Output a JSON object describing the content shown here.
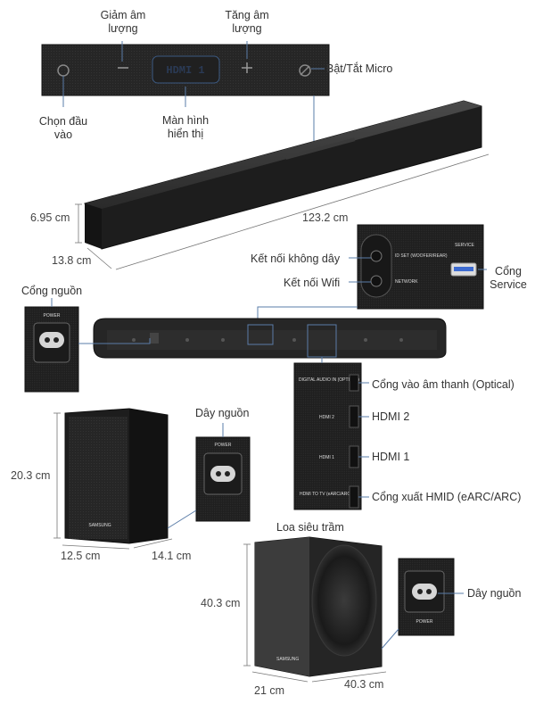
{
  "top_panel": {
    "vol_down_label": "Giảm âm lượng",
    "vol_up_label": "Tăng âm lượng",
    "mic_label": "Bật/Tắt Micro",
    "input_label": "Chọn đầu vào",
    "display_label": "Màn hình hiển thị",
    "display_text": "HDMI 1"
  },
  "soundbar": {
    "height": "6.95 cm",
    "width": "123.2 cm",
    "depth": "13.8 cm"
  },
  "wireless_panel": {
    "wireless_label": "Kết nối không dây",
    "wifi_label": "Kết nối Wifi",
    "service_label": "Cổng Service",
    "id_set_text": "ID SET (WOOFER/REAR)",
    "network_text": "NETWORK",
    "service_text": "SERVICE"
  },
  "power_panel": {
    "label": "Cổng nguồn",
    "text": "POWER"
  },
  "ports_panel": {
    "optical_label": "Cổng vào âm thanh (Optical)",
    "hdmi2_label": "HDMI 2",
    "hdmi1_label": "HDMI 1",
    "hdmi_out_label": "Cổng xuất HMID (eARC/ARC)",
    "optical_text": "DIGITAL AUDIO IN (OPTICAL)",
    "hdmi2_text": "HDMI 2",
    "hdmi1_text": "HDMI 1",
    "hdmi_out_text": "HDMI TO TV (eARC/ARC)"
  },
  "rear_speaker": {
    "height": "20.3 cm",
    "width": "12.5 cm",
    "depth": "14.1 cm",
    "power_cable_label": "Dây nguồn",
    "power_text": "POWER",
    "brand_text": "SAMSUNG"
  },
  "subwoofer": {
    "title": "Loa siêu trầm",
    "height": "40.3 cm",
    "width": "21 cm",
    "depth": "40.3 cm",
    "power_cable_label": "Dây nguồn",
    "power_text": "POWER",
    "brand_text": "SAMSUNG"
  },
  "colors": {
    "device": "#1c1c1c",
    "fabric": "#2a2a2a",
    "line": "#5a7ca8"
  }
}
